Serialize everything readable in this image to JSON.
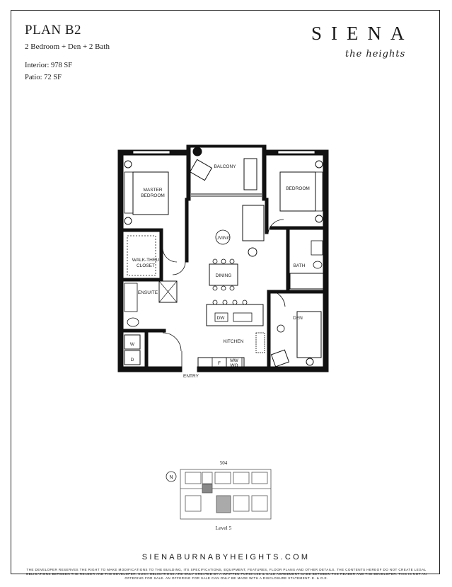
{
  "plan": {
    "title": "PLAN B2",
    "subtitle": "2 Bedroom + Den + 2 Bath",
    "interior": "Interior: 978 SF",
    "patio": "Patio: 72 SF"
  },
  "brand": {
    "name": "SIENA",
    "script": "the heights",
    "website": "SIENABURNABYHEIGHTS.COM"
  },
  "rooms": {
    "balcony": "BALCONY",
    "master_bedroom_1": "MASTER",
    "master_bedroom_2": "BEDROOM",
    "bedroom": "BEDROOM",
    "walk_thru_1": "WALK-THRU",
    "walk_thru_2": "CLOSET",
    "ensuite": "ENSUITE",
    "living": "LIVING",
    "dining": "DINING",
    "kitchen": "KITCHEN",
    "dw": "DW",
    "bath": "BATH",
    "den": "DEN",
    "w": "W",
    "d": "D",
    "f": "F",
    "mw": "MW",
    "wo": "WO",
    "entry": "ENTRY"
  },
  "keyplan": {
    "unit_number": "504",
    "level": "Level 5",
    "north": "N"
  },
  "disclaimer": "The developer reserves the right to make modifications to the building, its specifications, equipment, features, floor plans and other details. The contents hereof do not create legal obligations between the reader and the developer. Such obligations are only created by a written purchase & sale agreement made between the reader and the developer. This is not an offering for sale. An offering for sale can only be made with a disclosure statement. E. & O.E."
}
